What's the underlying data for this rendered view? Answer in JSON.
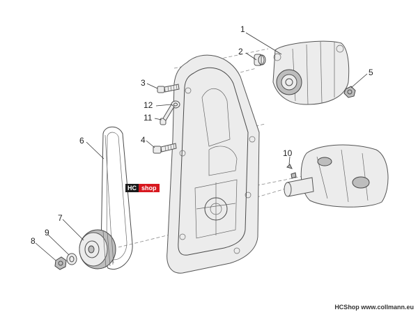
{
  "diagram": {
    "callouts": [
      "1",
      "2",
      "3",
      "4",
      "5",
      "6",
      "7",
      "8",
      "9",
      "10",
      "11",
      "12"
    ]
  },
  "watermark": {
    "part1": "HC",
    "part2": "shop"
  },
  "footer": {
    "text": "HCShop www.collmann.eu"
  }
}
